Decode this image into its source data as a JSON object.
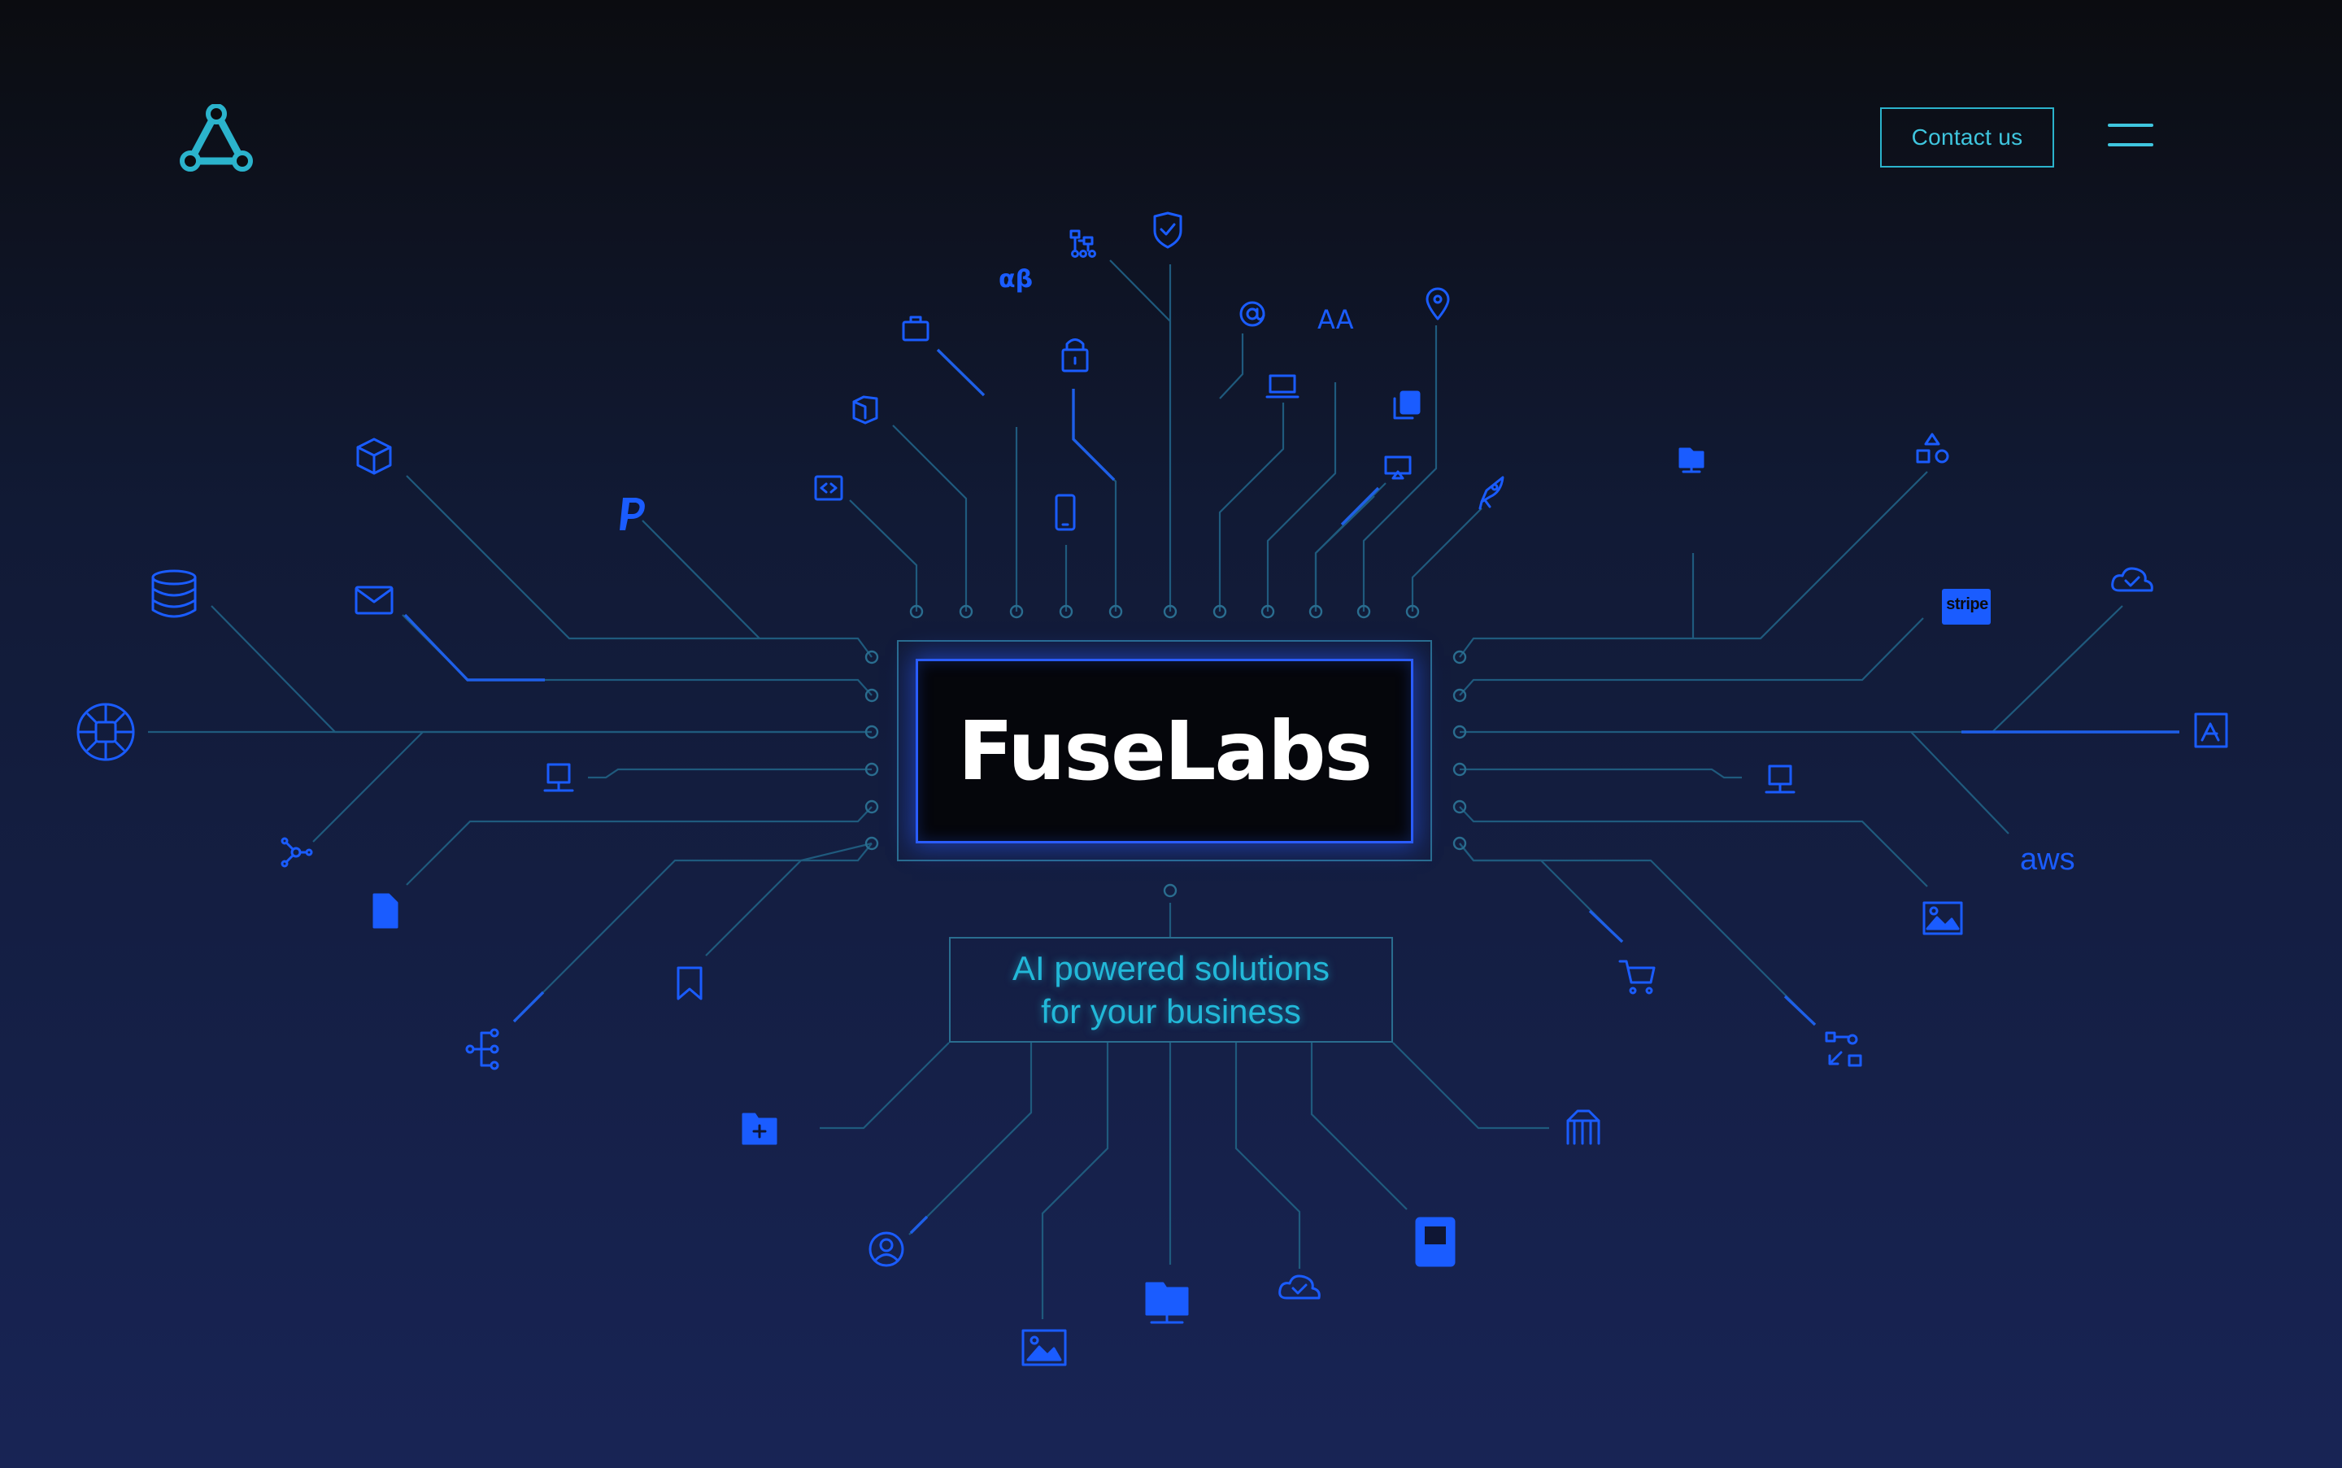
{
  "header": {
    "logo_icon": "triangle-network-logo",
    "contact_label": "Contact us",
    "menu_icon": "hamburger-menu-icon"
  },
  "hero": {
    "brand_name": "FuseLabs",
    "tagline_line1": "AI powered solutions",
    "tagline_line2": "for your business"
  },
  "icon_labels": {
    "alpha_beta": "αβ",
    "font_size": "AA",
    "at_sign": "@",
    "stripe": "stripe",
    "aws": "aws"
  },
  "colors": {
    "background_top": "#0b0c10",
    "background_bottom": "#182455",
    "circuit_line": "#1f5a7d",
    "icon_blue": "#1a5cff",
    "accent_cyan": "#2bb3cc",
    "brand_text": "#ffffff"
  }
}
